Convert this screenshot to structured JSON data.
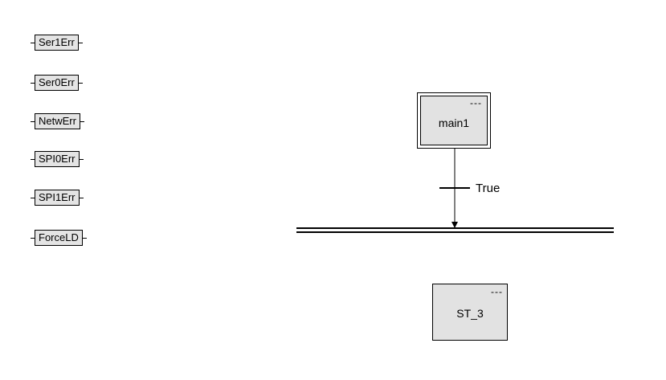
{
  "variables": [
    {
      "name": "Ser1Err"
    },
    {
      "name": "Ser0Err"
    },
    {
      "name": "NetwErr"
    },
    {
      "name": "SPI0Err"
    },
    {
      "name": "SPI1Err"
    },
    {
      "name": "ForceLD"
    }
  ],
  "initial_step": {
    "name": "main1",
    "marker": "---"
  },
  "transition": {
    "condition": "True"
  },
  "step": {
    "name": "ST_3",
    "marker": "---"
  }
}
